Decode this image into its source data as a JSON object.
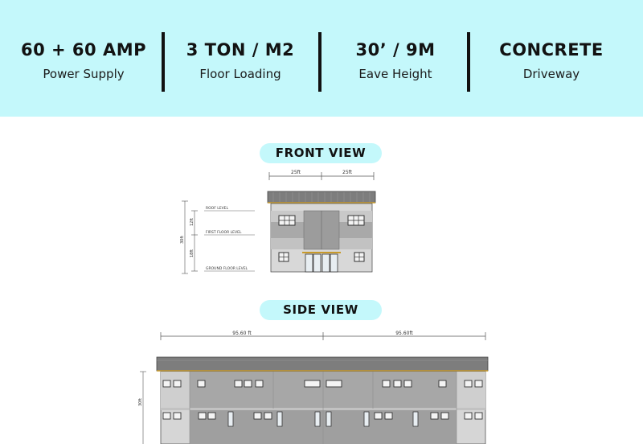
{
  "specs": [
    {
      "value": "60 + 60 AMP",
      "label": "Power Supply"
    },
    {
      "value": "3 TON / M2",
      "label": "Floor Loading"
    },
    {
      "value": "30’ / 9M",
      "label": "Eave Height"
    },
    {
      "value": "CONCRETE",
      "label": "Driveway"
    }
  ],
  "front_view": {
    "title": "FRONT VIEW",
    "dim_left": "25ft",
    "dim_right": "25ft",
    "roof_level": "ROOF LEVEL",
    "first_floor_level": "FIRST FLOOR LEVEL",
    "ground_floor_level": "GROUND FLOOR LEVEL",
    "dim_upper": "12ft",
    "dim_lower": "18ft",
    "dim_total": "30ft"
  },
  "side_view": {
    "title": "SIDE VIEW",
    "dim_left": "95.60 ft",
    "dim_right": "95.60ft",
    "dim_height": "30ft"
  },
  "colors": {
    "banner": "#c4f8fb",
    "roof": "#808080",
    "wall_light": "#d8d8d8",
    "wall_dark": "#a7a7a7",
    "trim": "#c89a2a"
  }
}
